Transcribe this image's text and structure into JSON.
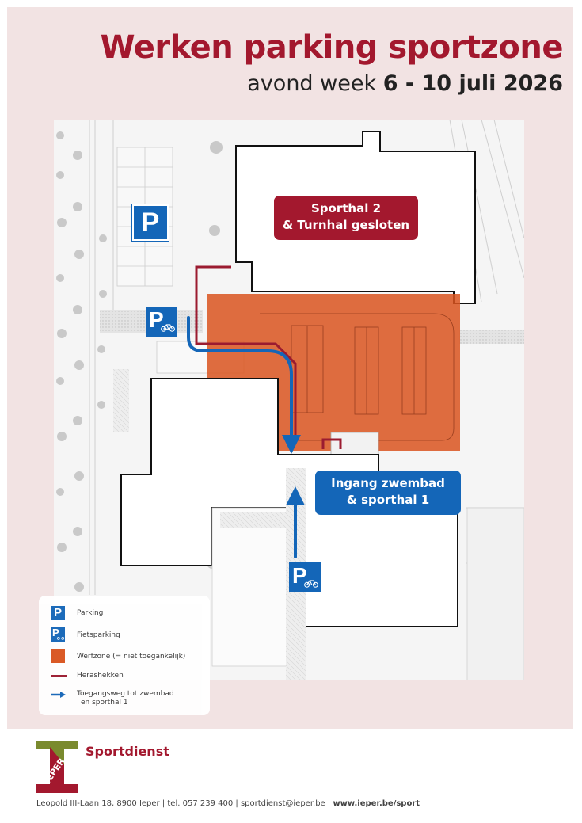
{
  "header": {
    "title": "Werken parking sportzone",
    "subtitle_prefix": "avond week ",
    "subtitle_dates": "6 - 10 juli 2026"
  },
  "map": {
    "closed_callout": {
      "line1": "Sporthal 2",
      "line2": "& Turnhal gesloten"
    },
    "entrance_callout": {
      "line1": "Ingang zwembad",
      "line2": "& sporthal 1"
    },
    "parking_letter": "P",
    "bike_letter": "P"
  },
  "legend": {
    "items": [
      {
        "key": "parking",
        "label": "Parking"
      },
      {
        "key": "bike",
        "label": "Fietsparking"
      },
      {
        "key": "works",
        "label": "Werfzone (= niet toegankelijk)"
      },
      {
        "key": "fence",
        "label": "Herashekken"
      },
      {
        "key": "route",
        "label_line1": "Toegangsweg tot zwembad",
        "label_line2": "en sporthal 1"
      }
    ]
  },
  "footer": {
    "logo_text": "IEPER",
    "brand": "Sportdienst",
    "contact": "Leopold III-Laan 18, 8900 Ieper | tel. 057 239 400 | sportdienst@ieper.be | ",
    "website": "www.ieper.be/sport"
  },
  "colors": {
    "brand_red": "#a3182e",
    "blue": "#1466b8",
    "works_orange": "#d9541e",
    "fence": "#9b1b30",
    "poster_bg": "#f2e3e3"
  }
}
